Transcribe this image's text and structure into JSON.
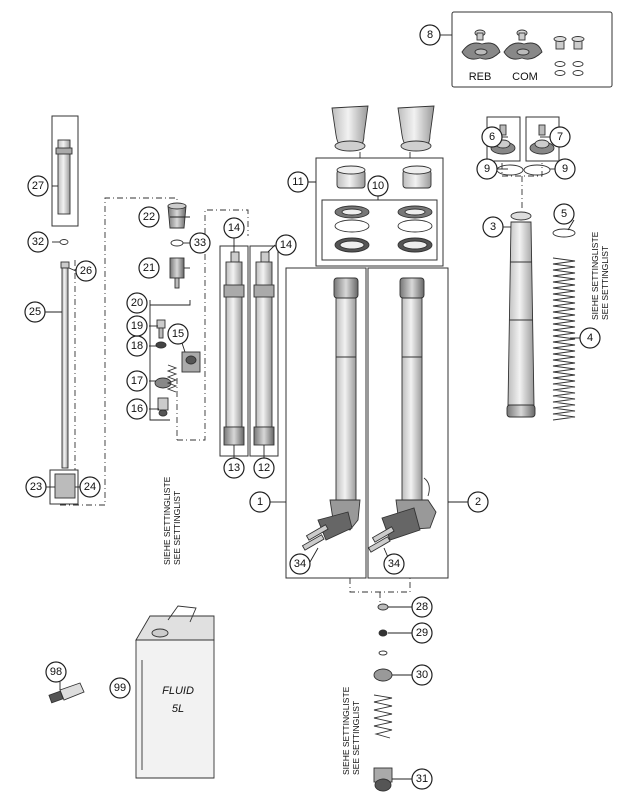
{
  "callouts": {
    "c1": "1",
    "c2": "2",
    "c3": "3",
    "c4": "4",
    "c5": "5",
    "c6": "6",
    "c7": "7",
    "c8": "8",
    "c9a": "9",
    "c9b": "9",
    "c10": "10",
    "c11": "11",
    "c12": "12",
    "c13": "13",
    "c14a": "14",
    "c14b": "14",
    "c15": "15",
    "c16": "16",
    "c17": "17",
    "c18": "18",
    "c19": "19",
    "c20": "20",
    "c21": "21",
    "c22": "22",
    "c23": "23",
    "c24": "24",
    "c25": "25",
    "c26": "26",
    "c27": "27",
    "c28": "28",
    "c29": "29",
    "c30": "30",
    "c31": "31",
    "c32": "32",
    "c33": "33",
    "c34a": "34",
    "c34b": "34",
    "c98": "98",
    "c99": "99"
  },
  "labels": {
    "reb": "REB",
    "com": "COM",
    "setting_de": "SIEHE SETTINGLISTE",
    "setting_en": "SEE SETTINGLIST",
    "canister_line1": "FLUID",
    "canister_line2": "5L"
  },
  "colors": {
    "line": "#222222",
    "part_fill": "#e6e6e6",
    "part_dark": "#555555"
  }
}
